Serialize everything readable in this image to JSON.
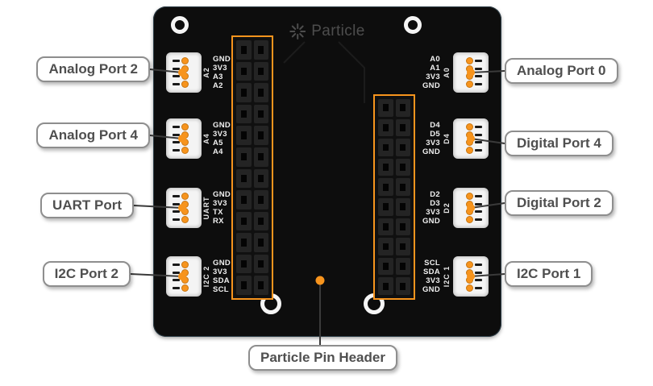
{
  "figure": {
    "logo": {
      "text": "Particle",
      "icon": "particle-star-icon"
    },
    "colors": {
      "accent_orange": "#f7941d",
      "board_black": "#0d0d0d"
    },
    "left_ports": [
      {
        "label": "Analog Port 2",
        "vertical": "A2",
        "pins": [
          "GND",
          "3V3",
          "A3",
          "A2"
        ]
      },
      {
        "label": "Analog Port 4",
        "vertical": "A4",
        "pins": [
          "GND",
          "3V3",
          "A5",
          "A4"
        ]
      },
      {
        "label": "UART Port",
        "vertical": "UART",
        "pins": [
          "GND",
          "3V3",
          "TX",
          "RX"
        ]
      },
      {
        "label": "I2C Port 2",
        "vertical": "I2C 2",
        "pins": [
          "GND",
          "3V3",
          "SDA",
          "SCL"
        ]
      }
    ],
    "right_ports": [
      {
        "label": "Analog Port 0",
        "vertical": "A0",
        "pins": [
          "A0",
          "A1",
          "3V3",
          "GND"
        ]
      },
      {
        "label": "Digital Port 4",
        "vertical": "D4",
        "pins": [
          "D4",
          "D5",
          "3V3",
          "GND"
        ]
      },
      {
        "label": "Digital Port 2",
        "vertical": "D2",
        "pins": [
          "D2",
          "D3",
          "3V3",
          "GND"
        ]
      },
      {
        "label": "I2C Port 1",
        "vertical": "I2C 1",
        "pins": [
          "SCL",
          "SDA",
          "3V3",
          "GND"
        ]
      }
    ],
    "pin_header_callout": "Particle Pin Header"
  }
}
